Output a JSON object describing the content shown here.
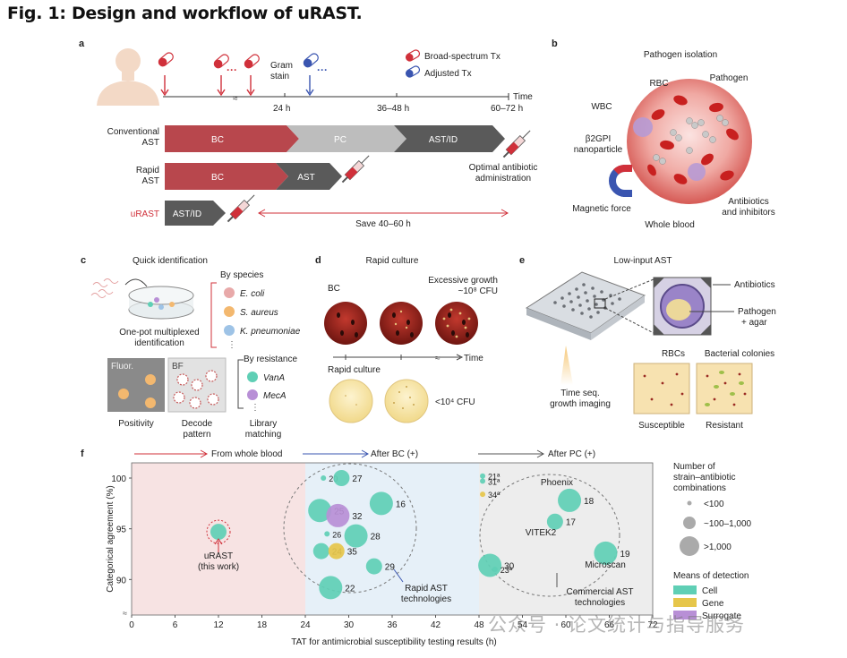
{
  "figure_title": "Fig. 1: Design and workflow of uRAST.",
  "panel_a": {
    "label": "a",
    "legend": [
      "Broad-spectrum Tx",
      "Adjusted Tx"
    ],
    "axis_label": "Time",
    "ticks": [
      "24 h",
      "36–48 h",
      "60–72 h"
    ],
    "gram_stain": [
      "Gram",
      "stain"
    ],
    "rows": [
      {
        "name": [
          "Conventional",
          "AST"
        ],
        "steps": [
          "BC",
          "PC",
          "AST/ID"
        ]
      },
      {
        "name": [
          "Rapid",
          "AST"
        ],
        "steps": [
          "BC",
          "AST"
        ]
      },
      {
        "name": [
          "uRAST"
        ],
        "steps": [
          "AST/ID"
        ]
      }
    ],
    "optimal": [
      "Optimal antibiotic",
      "administration"
    ],
    "save": "Save 40–60 h"
  },
  "panel_b": {
    "label": "b",
    "title": "Pathogen isolation",
    "labels": [
      "RBC",
      "Pathogen",
      "WBC",
      "β2GPI",
      "nanoparticle",
      "Antibiotics",
      "and inhibitors",
      "Magnetic force",
      "Whole blood"
    ]
  },
  "panel_c": {
    "label": "c",
    "title": "Quick identification",
    "species_header": "By species",
    "species": [
      "E. coli",
      "S. aureus",
      "K. pneumoniae"
    ],
    "pot_label": [
      "One-pot multiplexed",
      "identification"
    ],
    "resistance_header": "By resistance",
    "resistance": [
      "VanA",
      "MecA"
    ],
    "fluor": "Fluor.",
    "bf": "BF",
    "bottom": [
      "Positivity",
      "Decode",
      "pattern",
      "Library",
      "matching"
    ]
  },
  "panel_d": {
    "label": "d",
    "title": "Rapid culture",
    "bc": "BC",
    "excessive": [
      "Excessive growth",
      "~10⁸ CFU"
    ],
    "time": "Time",
    "rapid_culture": "Rapid culture",
    "cfu": "<10⁴ CFU"
  },
  "panel_e": {
    "label": "e",
    "title": "Low-input AST",
    "labels": [
      "Antibiotics",
      "Pathogen",
      "+ agar",
      "RBCs",
      "Bacterial colonies",
      "Time seq.",
      "growth imaging",
      "Susceptible",
      "Resistant"
    ]
  },
  "panel_f": {
    "label": "f",
    "stage_labels": [
      "From whole blood",
      "After BC (+)",
      "After PC (+)"
    ],
    "urast_label": [
      "uRAST",
      "(this work)"
    ],
    "group_labels": [
      "Rapid AST",
      "technologies",
      "Commercial AST",
      "technologies",
      "Phoenix",
      "VITEK2",
      "Microscan"
    ],
    "size_legend": {
      "title": [
        "Number of",
        "strain–antibiotic",
        "combinations"
      ],
      "items": [
        "<100",
        "~100–1,000",
        ">1,000"
      ]
    },
    "color_legend": {
      "title": "Means of detection",
      "items": [
        "Cell",
        "Gene",
        "Surrogate"
      ]
    }
  },
  "colors": {
    "cell": "#5fcfb5",
    "gene": "#e6c64a",
    "surrogate": "#b88fd6",
    "bc_arrow": "#b8474d",
    "pc_arrow": "#bdbdbd",
    "ast_arrow": "#5a5a5a",
    "red": "#d0303a",
    "blue": "#3a55b0"
  },
  "watermark": "公众号 · 论文统计与指导服务",
  "chart_data": {
    "type": "scatter",
    "xlabel": "TAT for antimicrobial susceptibility testing results (h)",
    "ylabel": "Categorical agreement (%)",
    "xticks": [
      "0",
      "6",
      "12",
      "18",
      "24",
      "30",
      "36",
      "42",
      "48",
      "54",
      "60",
      "66",
      "72"
    ],
    "yticks": [
      "100",
      "95",
      "90"
    ],
    "xlim": [
      0,
      72
    ],
    "ylim": [
      86.5,
      101.5
    ],
    "points": [
      {
        "label": "uRAST",
        "x": 12,
        "y": 94.7,
        "size": "~100–1,000",
        "means": "Cell"
      },
      {
        "label": "20",
        "x": 26.5,
        "y": 100,
        "size": "<100",
        "means": "Cell"
      },
      {
        "label": "27",
        "x": 29,
        "y": 100,
        "size": "~100–1,000",
        "means": "Cell"
      },
      {
        "label": "25",
        "x": 26,
        "y": 96.8,
        "size": ">1,000",
        "means": "Cell"
      },
      {
        "label": "32",
        "x": 28.5,
        "y": 96.3,
        "size": ">1,000",
        "means": "Surrogate"
      },
      {
        "label": "16",
        "x": 34.5,
        "y": 97.5,
        "size": ">1,000",
        "means": "Cell"
      },
      {
        "label": "26",
        "x": 27,
        "y": 94.5,
        "size": "<100",
        "means": "Cell"
      },
      {
        "label": "28",
        "x": 31,
        "y": 94.3,
        "size": ">1,000",
        "means": "Cell"
      },
      {
        "label": "24",
        "x": 26.2,
        "y": 92.8,
        "size": "~100–1,000",
        "means": "Cell"
      },
      {
        "label": "35",
        "x": 28.3,
        "y": 92.8,
        "size": "~100–1,000",
        "means": "Gene"
      },
      {
        "label": "29",
        "x": 33.5,
        "y": 91.3,
        "size": "~100–1,000",
        "means": "Cell"
      },
      {
        "label": "22",
        "x": 27.5,
        "y": 89.2,
        "size": ">1,000",
        "means": "Cell"
      },
      {
        "label": "21ª",
        "x": 48.5,
        "y": 100.2,
        "size": "<100",
        "means": "Cell"
      },
      {
        "label": "31ª",
        "x": 48.5,
        "y": 99.7,
        "size": "<100",
        "means": "Cell"
      },
      {
        "label": "34ª",
        "x": 48.5,
        "y": 98.4,
        "size": "<100",
        "means": "Gene"
      },
      {
        "label": "18",
        "x": 60.5,
        "y": 97.8,
        "size": ">1,000",
        "means": "Cell"
      },
      {
        "label": "17",
        "x": 58.5,
        "y": 95.7,
        "size": "~100–1,000",
        "means": "Cell"
      },
      {
        "label": "30",
        "x": 49.5,
        "y": 91.4,
        "size": ">1,000",
        "means": "Cell"
      },
      {
        "label": "23ª",
        "x": 50.2,
        "y": 91.0,
        "size": "<100",
        "means": "Cell"
      },
      {
        "label": "19",
        "x": 65.5,
        "y": 92.6,
        "size": ">1,000",
        "means": "Cell"
      }
    ]
  }
}
